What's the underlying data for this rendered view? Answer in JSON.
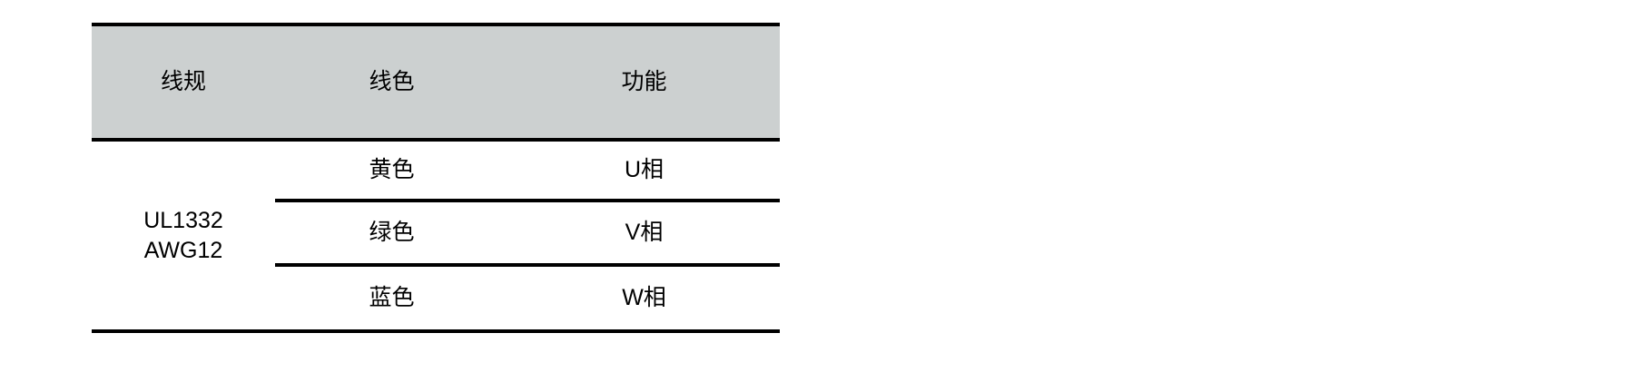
{
  "table": {
    "columns": [
      {
        "key": "gauge",
        "header": "线规"
      },
      {
        "key": "color",
        "header": "线色"
      },
      {
        "key": "function",
        "header": "功能"
      }
    ],
    "header_background": "#ccd0d0",
    "border_color": "#000000",
    "merged_first_column": {
      "value": "UL1332\nAWG12",
      "line_1": "UL1332",
      "line_2": "AWG12",
      "rowspan": 3
    },
    "rows": [
      {
        "gauge": "UL1332\nAWG12",
        "color": "黄色",
        "function": "U相"
      },
      {
        "gauge": "",
        "color": "绿色",
        "function": "V相"
      },
      {
        "gauge": "",
        "color": "蓝色",
        "function": "W相"
      }
    ]
  }
}
